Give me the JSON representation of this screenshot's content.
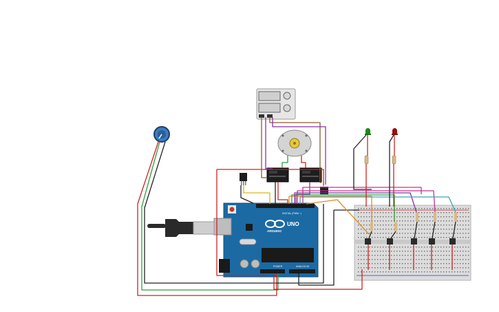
{
  "canvas": {
    "background": "#ffffff"
  },
  "arduino": {
    "brand": "ARDUINO",
    "model": "UNO",
    "digital_label": "DIGITAL (PWM ~)",
    "power_label": "POWER",
    "analog_label": "ANALOG IN",
    "board_color": "#1b6aa3"
  },
  "relays": [
    {
      "name": "relay-left"
    },
    {
      "name": "relay-right"
    }
  ],
  "leds": [
    {
      "name": "led-green",
      "color": "#1a8a1a"
    },
    {
      "name": "led-red",
      "color": "#9b1010"
    }
  ],
  "colors": {
    "wire_red": "#cc2222",
    "wire_black": "#222222",
    "wire_green": "#2e9a3c",
    "wire_purple": "#8a2fa8",
    "wire_magenta": "#c2338e",
    "wire_orange": "#e58a1f",
    "wire_teal": "#3aa5b8",
    "wire_brown": "#8a5a2b",
    "wire_yellow": "#d9b81a",
    "breadboard": "#dcdcdc",
    "potentiometer": "#3b7bbf"
  }
}
